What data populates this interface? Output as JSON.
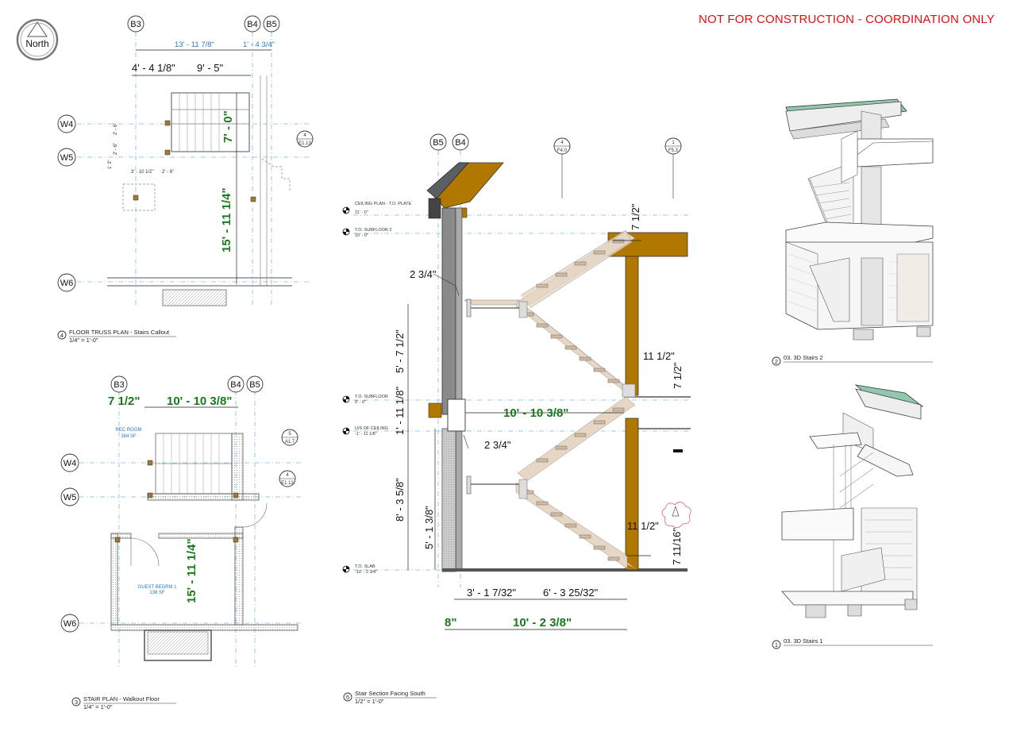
{
  "header": {
    "warning": "NOT FOR CONSTRUCTION - COORDINATION ONLY"
  },
  "north_arrow": {
    "label": "North"
  },
  "plan_truss": {
    "grid_cols": [
      "B3",
      "B4",
      "B5"
    ],
    "grid_rows": [
      "W4",
      "W5",
      "W6"
    ],
    "blue_dims": [
      "13' - 11 7/8\"",
      "1' - 4 3/4\""
    ],
    "dims": [
      "4' - 4 1/8\"",
      "9' - 5\""
    ],
    "green_dims": [
      "7' - 0\"",
      "15' - 11 1/4\""
    ],
    "small_dims": [
      "2' - 6\"",
      "2' - 6\"",
      "3' - 10 1/2\"",
      "2' - 6\"",
      "1' 3\""
    ],
    "callout": {
      "num": "4",
      "sheet": "E1.13"
    },
    "title": {
      "num": "4",
      "name": "FLOOR TRUSS PLAN - Stairs Callout",
      "scale": "1/4\" = 1'-0\""
    }
  },
  "plan_walkout": {
    "grid_cols": [
      "B3",
      "B4",
      "B5"
    ],
    "grid_rows": [
      "W4",
      "W5",
      "W6"
    ],
    "green_dims": [
      "7 1/2\"",
      "10' - 10 3/8\"",
      "15' - 11 1/4\""
    ],
    "rooms": [
      {
        "name": "REC ROOM",
        "area": "384 SF"
      },
      {
        "name": "GUEST BEDRM 1",
        "area": "136 SF"
      }
    ],
    "callouts": [
      {
        "num": "5",
        "sheet": "A1.7"
      },
      {
        "num": "4",
        "sheet": "E1.13"
      }
    ],
    "title": {
      "num": "3",
      "name": "STAIR PLAN - Walkout Floor",
      "scale": "1/4\" = 1'-0\""
    }
  },
  "section": {
    "grid_cols": [
      "B5",
      "B4"
    ],
    "callouts": [
      {
        "num": "4",
        "sheet": "F4.0"
      },
      {
        "num": "1",
        "sheet": "F5.3"
      }
    ],
    "levels": [
      {
        "name": "CEILING PLAN - T.O. PLATE",
        "elev": "11' - 0\""
      },
      {
        "name": "T.O. SUBFLOOR 2",
        "elev": "10' - 0\""
      },
      {
        "name": "T.O. SUBFLOOR",
        "elev": "0' - 0\""
      },
      {
        "name": "U/S OF CEILING",
        "elev": "-1' - 11 1/8\""
      },
      {
        "name": "T.O. SLAB",
        "elev": "-10' - 2 3/4\""
      }
    ],
    "dims": {
      "d_2_3_4_top": "2 3/4\"",
      "d_5_7_half": "5' - 7 1/2\"",
      "d_1_11": "1' - 11 1/8\"",
      "d_8_3": "8' - 3 5/8\"",
      "d_5_1": "5' - 1 3/8\"",
      "d_7half_top": "7 1/2\"",
      "d_11half_up": "11 1/2\"",
      "d_7half_mid": "7 1/2\"",
      "d_2_3_4_mid": "2 3/4\"",
      "d_11half_low": "11 1/2\"",
      "d_7_11_16": "7 11/16\"",
      "d_3_1": "3' - 1 7/32\"",
      "d_6_3": "6' - 3 25/32\""
    },
    "green_dims": {
      "landing": "10' - 10 3/8\"",
      "wall": "8\"",
      "run": "10' - 2 3/8\""
    },
    "title": {
      "num": "5",
      "name": "Stair Section Facing South",
      "scale": "1/2\" = 1'-0\""
    }
  },
  "views_3d": [
    {
      "num": "2",
      "name": "03. 3D Stairs 2"
    },
    {
      "num": "1",
      "name": "03. 3D Stairs 1"
    }
  ],
  "colors": {
    "warning": "#e01010",
    "green_dim": "#1a7a1a",
    "grid": "#7fbce0",
    "wood": "#b07800",
    "stair": "#e6d6c4"
  }
}
